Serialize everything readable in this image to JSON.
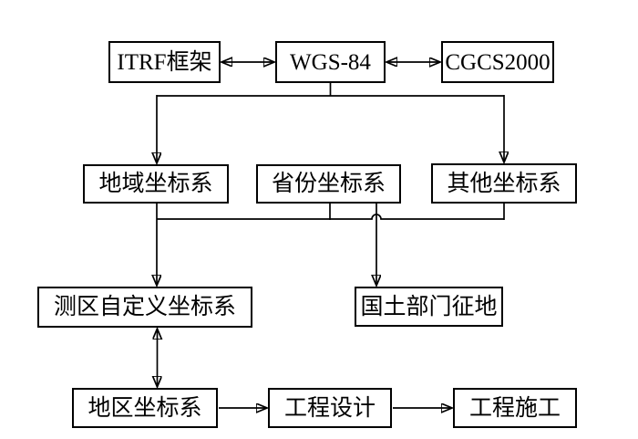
{
  "diagram": {
    "background_color": "#ffffff",
    "line_color": "#000000",
    "box_border_color": "#000000",
    "text_color": "#000000",
    "nodes": {
      "itrf": {
        "label": "ITRF框架"
      },
      "wgs84": {
        "label": "WGS-84"
      },
      "cgcs2000": {
        "label": "CGCS2000"
      },
      "regional": {
        "label": "地域坐标系"
      },
      "province": {
        "label": "省份坐标系"
      },
      "other": {
        "label": "其他坐标系"
      },
      "survey_custom": {
        "label": "测区自定义坐标系"
      },
      "land_dept": {
        "label": "国土部门征地"
      },
      "district": {
        "label": "地区坐标系"
      },
      "eng_design": {
        "label": "工程设计"
      },
      "eng_construction": {
        "label": "工程施工"
      }
    },
    "edges": [
      {
        "from": "ITRF框架",
        "to": "WGS-84",
        "type": "bidirectional"
      },
      {
        "from": "WGS-84",
        "to": "CGCS2000",
        "type": "bidirectional"
      },
      {
        "from": "WGS-84",
        "to": "地域坐标系",
        "type": "arrow"
      },
      {
        "from": "WGS-84",
        "to": "其他坐标系",
        "type": "arrow"
      },
      {
        "from": "地域坐标系",
        "to": "测区自定义坐标系",
        "type": "arrow-via-bus"
      },
      {
        "from": "省份坐标系",
        "to": "测区自定义坐标系",
        "type": "arrow-via-bus"
      },
      {
        "from": "其他坐标系",
        "to": "测区自定义坐标系",
        "type": "arrow-via-bus"
      },
      {
        "from": "省份坐标系",
        "to": "国土部门征地",
        "type": "arrow-crosses-bus-with-hop"
      },
      {
        "from": "测区自定义坐标系",
        "to": "地区坐标系",
        "type": "bidirectional"
      },
      {
        "from": "地区坐标系",
        "to": "工程设计",
        "type": "arrow"
      },
      {
        "from": "工程设计",
        "to": "工程施工",
        "type": "arrow"
      }
    ]
  }
}
